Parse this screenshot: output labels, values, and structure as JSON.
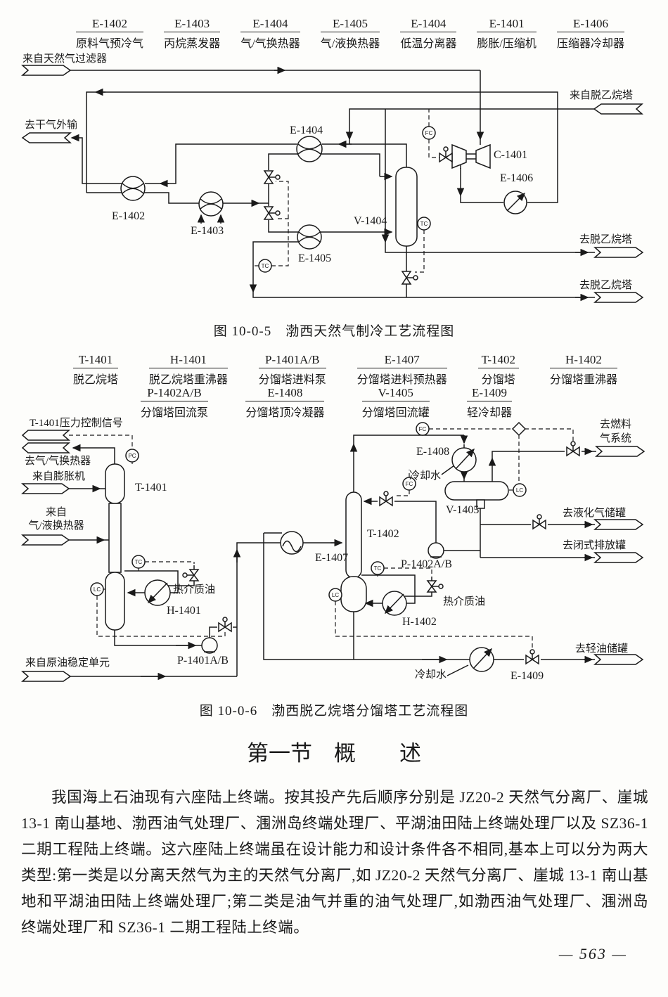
{
  "figure1": {
    "legend": [
      {
        "tag": "E-1402",
        "name": "原料气预冷气"
      },
      {
        "tag": "E-1403",
        "name": "丙烷蒸发器"
      },
      {
        "tag": "E-1404",
        "name": "气/气换热器"
      },
      {
        "tag": "E-1405",
        "name": "气/液换热器"
      },
      {
        "tag": "E-1404",
        "name": "低温分离器"
      },
      {
        "tag": "E-1401",
        "name": "膨胀/压缩机"
      },
      {
        "tag": "E-1406",
        "name": "压缩器冷却器"
      }
    ],
    "labels": {
      "in_gas_filter": "来自天然气过滤器",
      "out_dry_gas": "去干气外输",
      "in_deethanizer": "来自脱乙烷塔",
      "out_deethanizer_1": "去脱乙烷塔",
      "out_deethanizer_2": "去脱乙烷塔",
      "e1402": "E-1402",
      "e1403": "E-1403",
      "e1404": "E-1404",
      "e1405": "E-1405",
      "v1404": "V-1404",
      "c1401": "C-1401",
      "e1406": "E-1406",
      "fc": "FC",
      "tc1": "TC",
      "tc2": "TC"
    },
    "caption": "图 10-0-5　渤西天然气制冷工艺流程图"
  },
  "figure2": {
    "legend_row1": [
      {
        "tag": "T-1401",
        "name": "脱乙烷塔"
      },
      {
        "tag": "H-1401",
        "name": "脱乙烷塔重沸器"
      },
      {
        "tag": "P-1401A/B",
        "name": "分馏塔进料泵"
      },
      {
        "tag": "E-1407",
        "name": "分馏塔进料预热器"
      },
      {
        "tag": "T-1402",
        "name": "分馏塔"
      },
      {
        "tag": "H-1402",
        "name": "分馏塔重沸器"
      }
    ],
    "legend_row2": [
      {
        "tag": "P-1402A/B",
        "name": "分馏塔回流泵"
      },
      {
        "tag": "E-1408",
        "name": "分馏塔顶冷凝器"
      },
      {
        "tag": "V-1405",
        "name": "分馏塔回流罐"
      },
      {
        "tag": "E-1409",
        "name": "轻冷却器"
      }
    ],
    "labels": {
      "pressure_signal": "T-1401压力控制信号",
      "out_gas_gas_hx": "去气/气换热器",
      "in_expander": "来自膨胀机",
      "in_gas_liquid_hx_1": "来自",
      "in_gas_liquid_hx_2": "气/液换热器",
      "in_crude_unit": "来自原油稳定单元",
      "t1401": "T-1401",
      "h1401": "H-1401",
      "p1401": "P-1401A/B",
      "e1407": "E-1407",
      "t1402": "T-1402",
      "h1402": "H-1402",
      "p1402": "P-1402A/B",
      "e1408": "E-1408",
      "v1405": "V-1405",
      "e1409": "E-1409",
      "hot_oil_1": "热介质油",
      "hot_oil_2": "热介质油",
      "cooling_water_1": "冷却水",
      "cooling_water_2": "冷却水",
      "out_fuel_1": "去燃料",
      "out_fuel_2": "气系统",
      "out_lpg": "去液化气储罐",
      "out_closed_drain": "去闭式排放罐",
      "out_light_oil": "去轻油储罐",
      "pc": "PC",
      "fc1": "FC",
      "fc2": "FC",
      "tc1": "TC",
      "tc2": "TC",
      "lc1": "LC",
      "lc2": "LC",
      "lc3": "LC"
    },
    "caption": "图 10-0-6　渤西脱乙烷塔分馏塔工艺流程图"
  },
  "section": {
    "title": "第一节　概　　述"
  },
  "body": {
    "paragraph": "我国海上石油现有六座陆上终端。按其投产先后顺序分别是 JZ20-2 天然气分离厂、崖城 13-1 南山基地、渤西油气处理厂、涠洲岛终端处理厂、平湖油田陆上终端处理厂以及 SZ36-1 二期工程陆上终端。这六座陆上终端虽在设计能力和设计条件各不相同,基本上可以分为两大类型:第一类是以分离天然气为主的天然气分离厂,如 JZ20-2 天然气分离厂、崖城 13-1 南山基地和平湖油田陆上终端处理厂;第二类是油气并重的油气处理厂,如渤西油气处理厂、涠洲岛终端处理厂和 SZ36-1 二期工程陆上终端。"
  },
  "footer": {
    "page_number": "— 563 —"
  }
}
